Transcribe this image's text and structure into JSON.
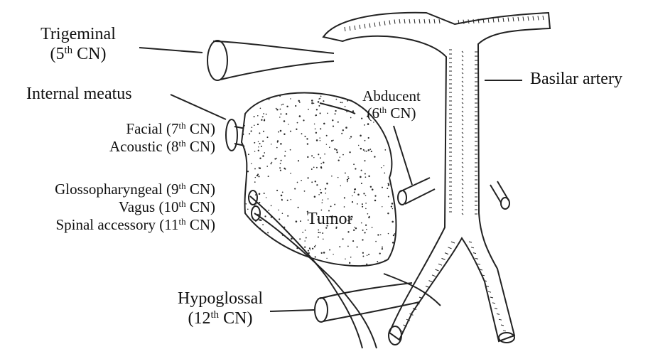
{
  "colors": {
    "ink": "#222222",
    "paper": "#ffffff",
    "stipple": "#2a2a2a"
  },
  "labels": {
    "trigeminal": {
      "name": "Trigeminal",
      "open": "(5",
      "sup": "th",
      "close": " CN)"
    },
    "internal_meatus": "Internal meatus",
    "facial": {
      "name": "Facial (7",
      "sup": "th",
      "close": " CN)"
    },
    "acoustic": {
      "name": "Acoustic (8",
      "sup": "th",
      "close": " CN)"
    },
    "abducent": {
      "name": "Abducent",
      "open": "(6",
      "sup": "th",
      "close": " CN)"
    },
    "basilar_artery": "Basilar artery",
    "glossopharyngeal": {
      "name": "Glossopharyngeal (9",
      "sup": "th",
      "close": " CN)"
    },
    "vagus": {
      "name": "Vagus (10",
      "sup": "th",
      "close": " CN)"
    },
    "spinal_accessory": {
      "name": "Spinal accessory (11",
      "sup": "th",
      "close": " CN)"
    },
    "tumor": "Tumor",
    "hypoglossal": {
      "name": "Hypoglossal",
      "open": "(12",
      "sup": "th",
      "close": " CN)"
    }
  }
}
